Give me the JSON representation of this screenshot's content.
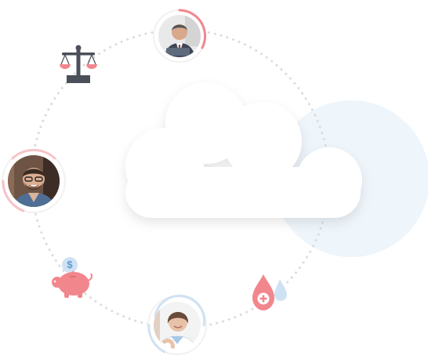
{
  "colors": {
    "accent_pink": "#f2868d",
    "pink_light": "#f7c3c7",
    "blue_light": "#cfe2f3",
    "blue_bg": "#eef5fb",
    "dotted_ring": "#dcdcdc",
    "icon_dark": "#4a4f5a",
    "cloud": "#ffffff"
  },
  "icons": {
    "cloud": "cloud-icon",
    "scales": "scales-of-justice-icon",
    "piggy_bank": "piggy-bank-icon",
    "dollar": "dollar-coin-icon",
    "blood_drop": "blood-drop-plus-icon",
    "water_drop": "water-drop-icon"
  },
  "avatars": [
    {
      "role": "businessman",
      "ring": "pink"
    },
    {
      "role": "smiling-man",
      "ring": "pink"
    },
    {
      "role": "doctor-woman",
      "ring": "blue"
    }
  ],
  "dollar_symbol": "$"
}
